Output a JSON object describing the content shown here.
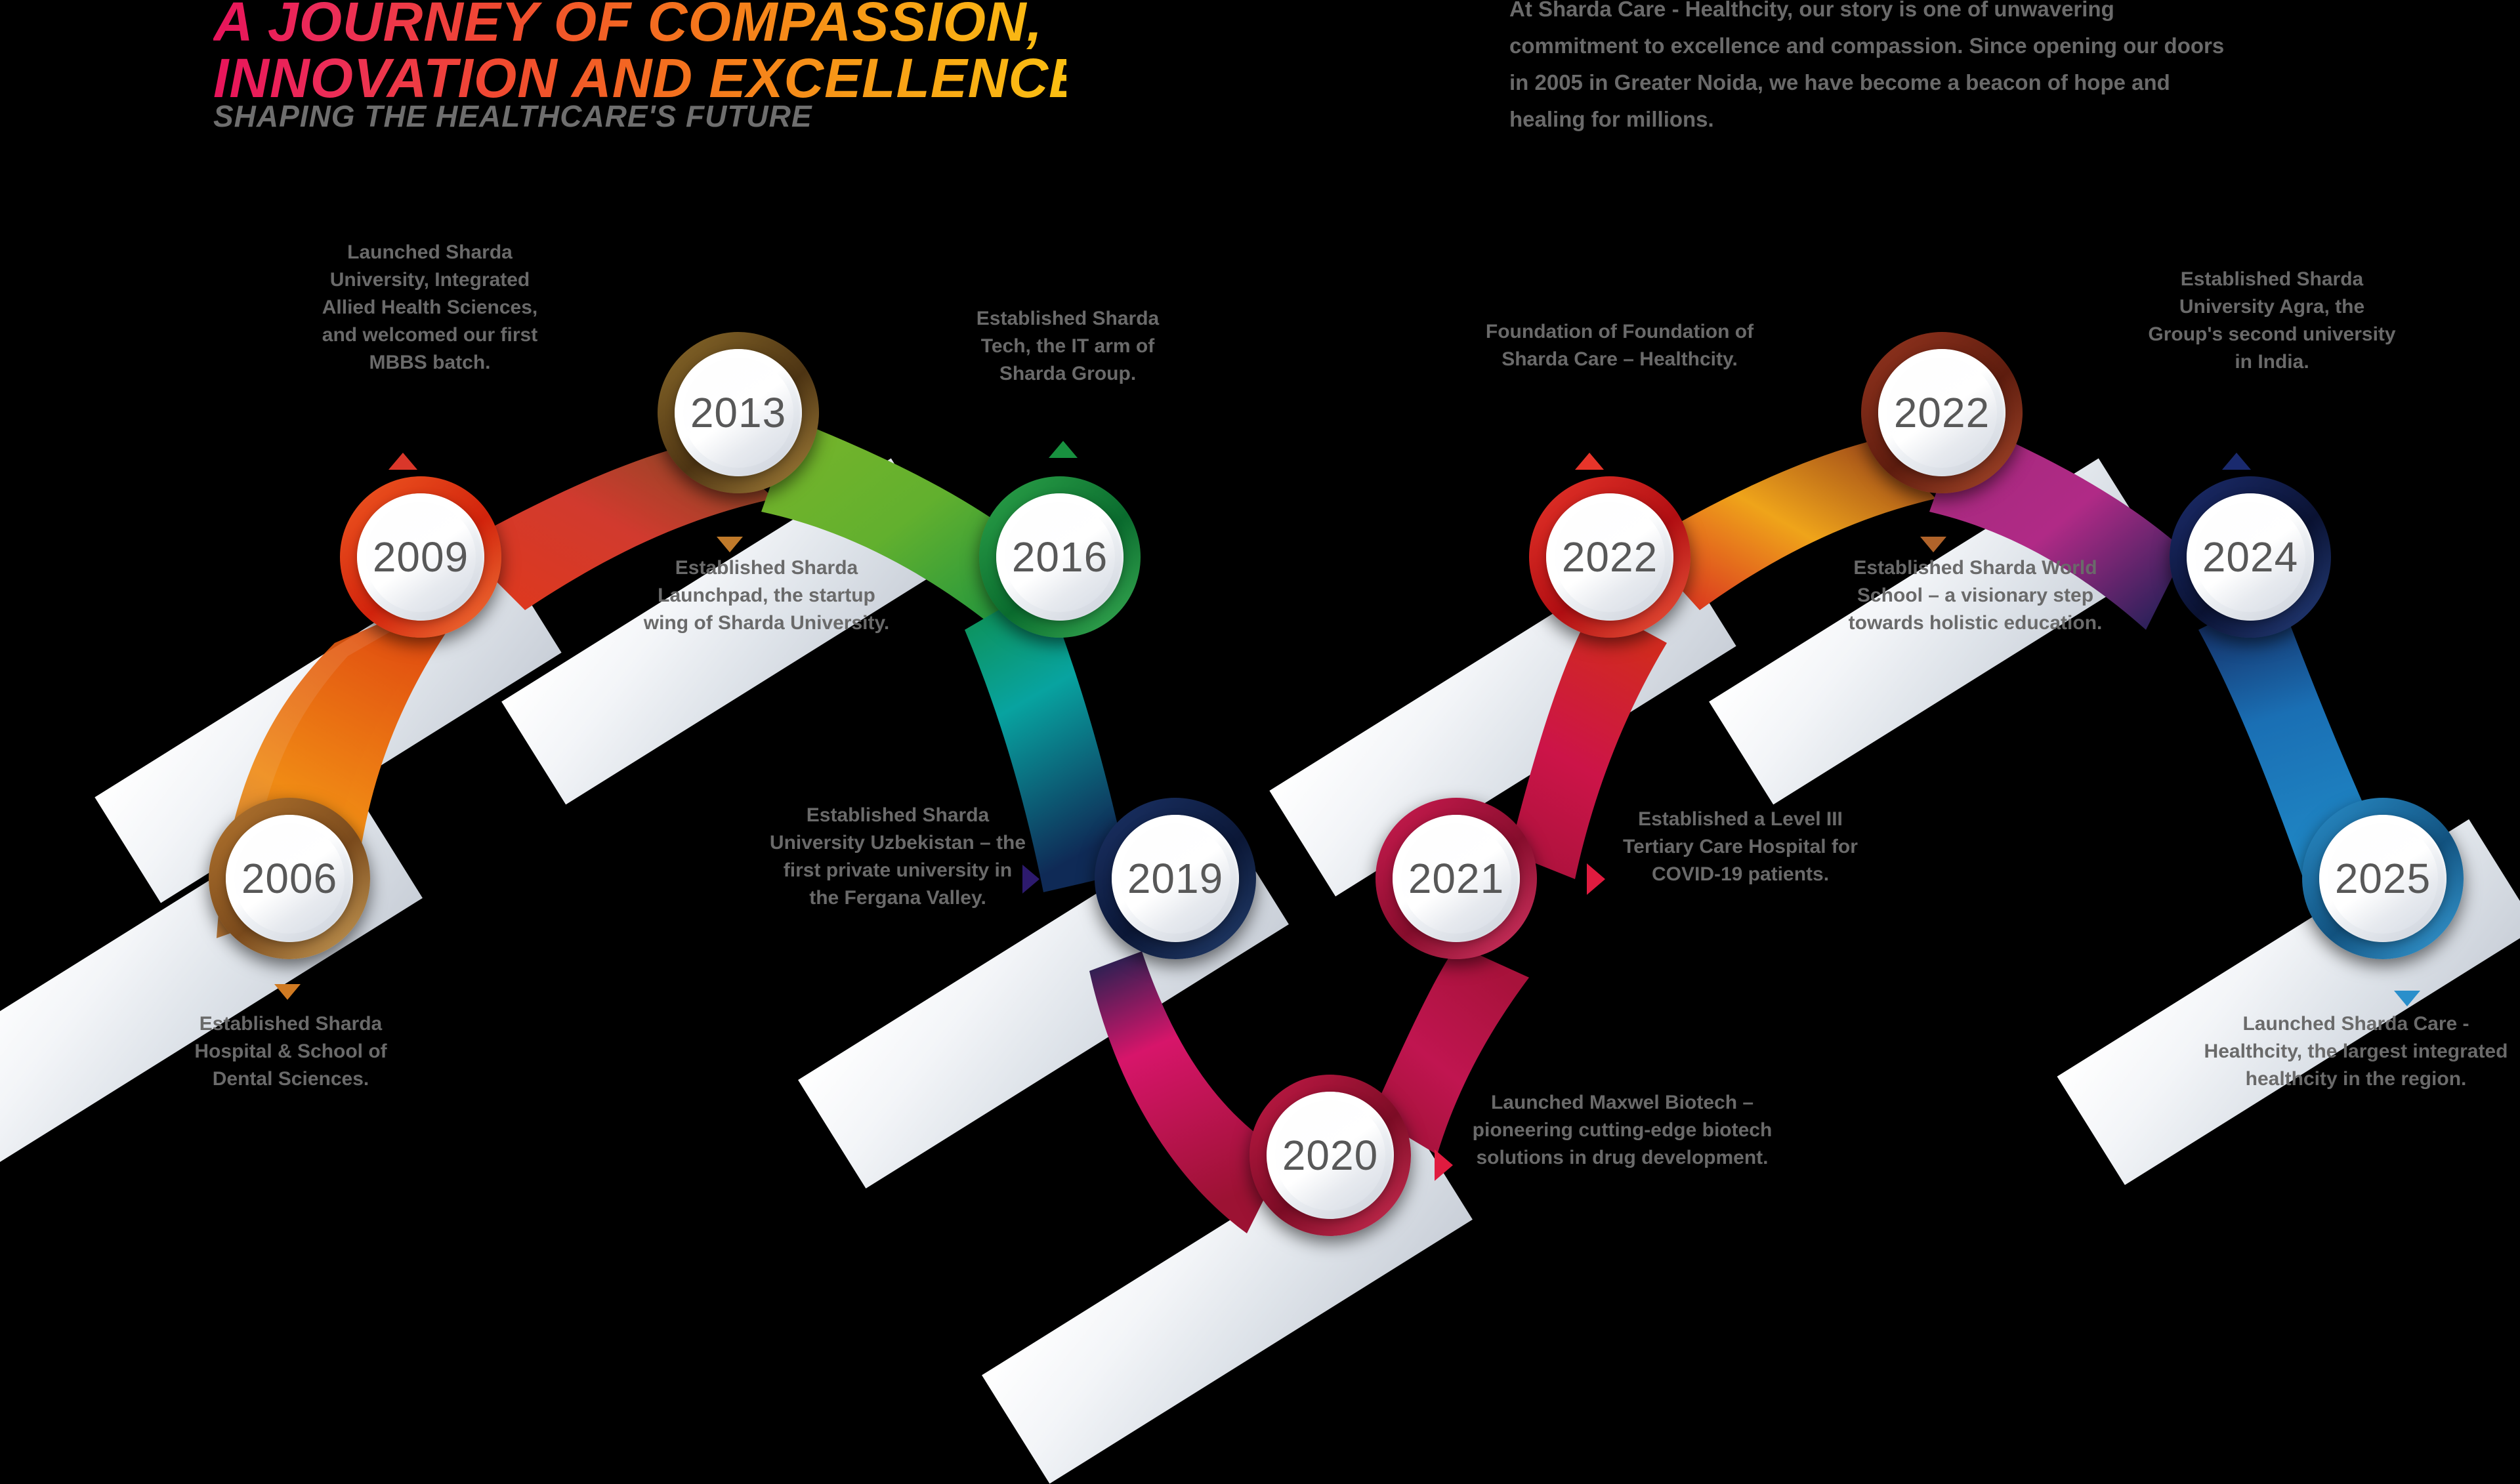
{
  "header": {
    "title_line1": "A JOURNEY OF COMPASSION,",
    "title_line2": "INNOVATION AND EXCELLENCE",
    "subtitle": "SHAPING THE HEALTHCARE'S FUTURE",
    "intro": "At Sharda Care - Healthcity, our story is one of unwavering commitment to excellence and compassion. Since opening our doors in 2005 in Greater Noida, we have become a beacon of hope and healing for millions."
  },
  "chart_data": {
    "type": "timeline",
    "title": "A Journey of Compassion, Innovation and Excellence",
    "milestones": [
      {
        "year": "2006",
        "text": "Established Sharda Hospital & School of Dental Sciences.",
        "color": "#8a5a2b"
      },
      {
        "year": "2009",
        "text": "Launched Sharda University, Integrated Allied Health Sciences, and welcomed our first MBBS batch.",
        "color": "#e03a16"
      },
      {
        "year": "2013",
        "text": "Established Sharda Launchpad, the startup wing of Sharda University.",
        "color": "#6b4a1e"
      },
      {
        "year": "2016",
        "text": "Established Sharda Tech, the IT arm of Sharda Group.",
        "color": "#13803c"
      },
      {
        "year": "2019",
        "text": "Established Sharda University Uzbekistan – the first private university in the Fergana Valley.",
        "color": "#11224f"
      },
      {
        "year": "2020",
        "text": "Launched Maxwel Biotech – pioneering cutting-edge biotech solutions in drug development.",
        "color": "#9c1230"
      },
      {
        "year": "2021",
        "text": "Established a Level III Tertiary Care Hospital for COVID-19 patients.",
        "color": "#a8123b"
      },
      {
        "year": "2022",
        "text": "Foundation of Sharda Care – Healthcity.",
        "color": "#d62020"
      },
      {
        "year": "2022",
        "text": "Established Sharda World School – a visionary step towards holistic education.",
        "color": "#7b2416"
      },
      {
        "year": "2024",
        "text": "Established Sharda University Agra, the Group's second university in India.",
        "color": "#121f52"
      },
      {
        "year": "2025",
        "text": "Launched Sharda Care - Healthcity, the largest integrated healthcity in the region.",
        "color": "#1a72b0"
      }
    ]
  },
  "nodes": {
    "n2006": {
      "year": "2006",
      "caption": "Established Sharda Hospital & School of Dental Sciences."
    },
    "n2009": {
      "year": "2009",
      "caption": "Launched Sharda University, Integrated Allied Health Sciences, and welcomed our first MBBS batch."
    },
    "n2013": {
      "year": "2013",
      "caption": "Established Sharda Launchpad, the startup wing of Sharda University."
    },
    "n2016": {
      "year": "2016",
      "caption": "Established Sharda Tech, the IT arm of Sharda Group."
    },
    "n2019": {
      "year": "2019",
      "caption": "Established Sharda University Uzbekistan – the first private university in the Fergana Valley."
    },
    "n2020": {
      "year": "2020",
      "caption": "Launched Maxwel Biotech – pioneering cutting-edge biotech solutions in drug development."
    },
    "n2021": {
      "year": "2021",
      "caption": "Established a Level III Tertiary Care Hospital for COVID-19 patients."
    },
    "n2022a": {
      "year": "2022",
      "caption": "Foundation of Foundation of Sharda Care – Healthcity."
    },
    "n2022b": {
      "year": "2022",
      "caption": "Established Sharda World School – a visionary step towards holistic education."
    },
    "n2024": {
      "year": "2024",
      "caption": "Established Sharda University Agra, the Group's second university in India."
    },
    "n2025": {
      "year": "2025",
      "caption": "Launched Sharda Care - Healthcity, the largest integrated healthcity in the region."
    }
  }
}
